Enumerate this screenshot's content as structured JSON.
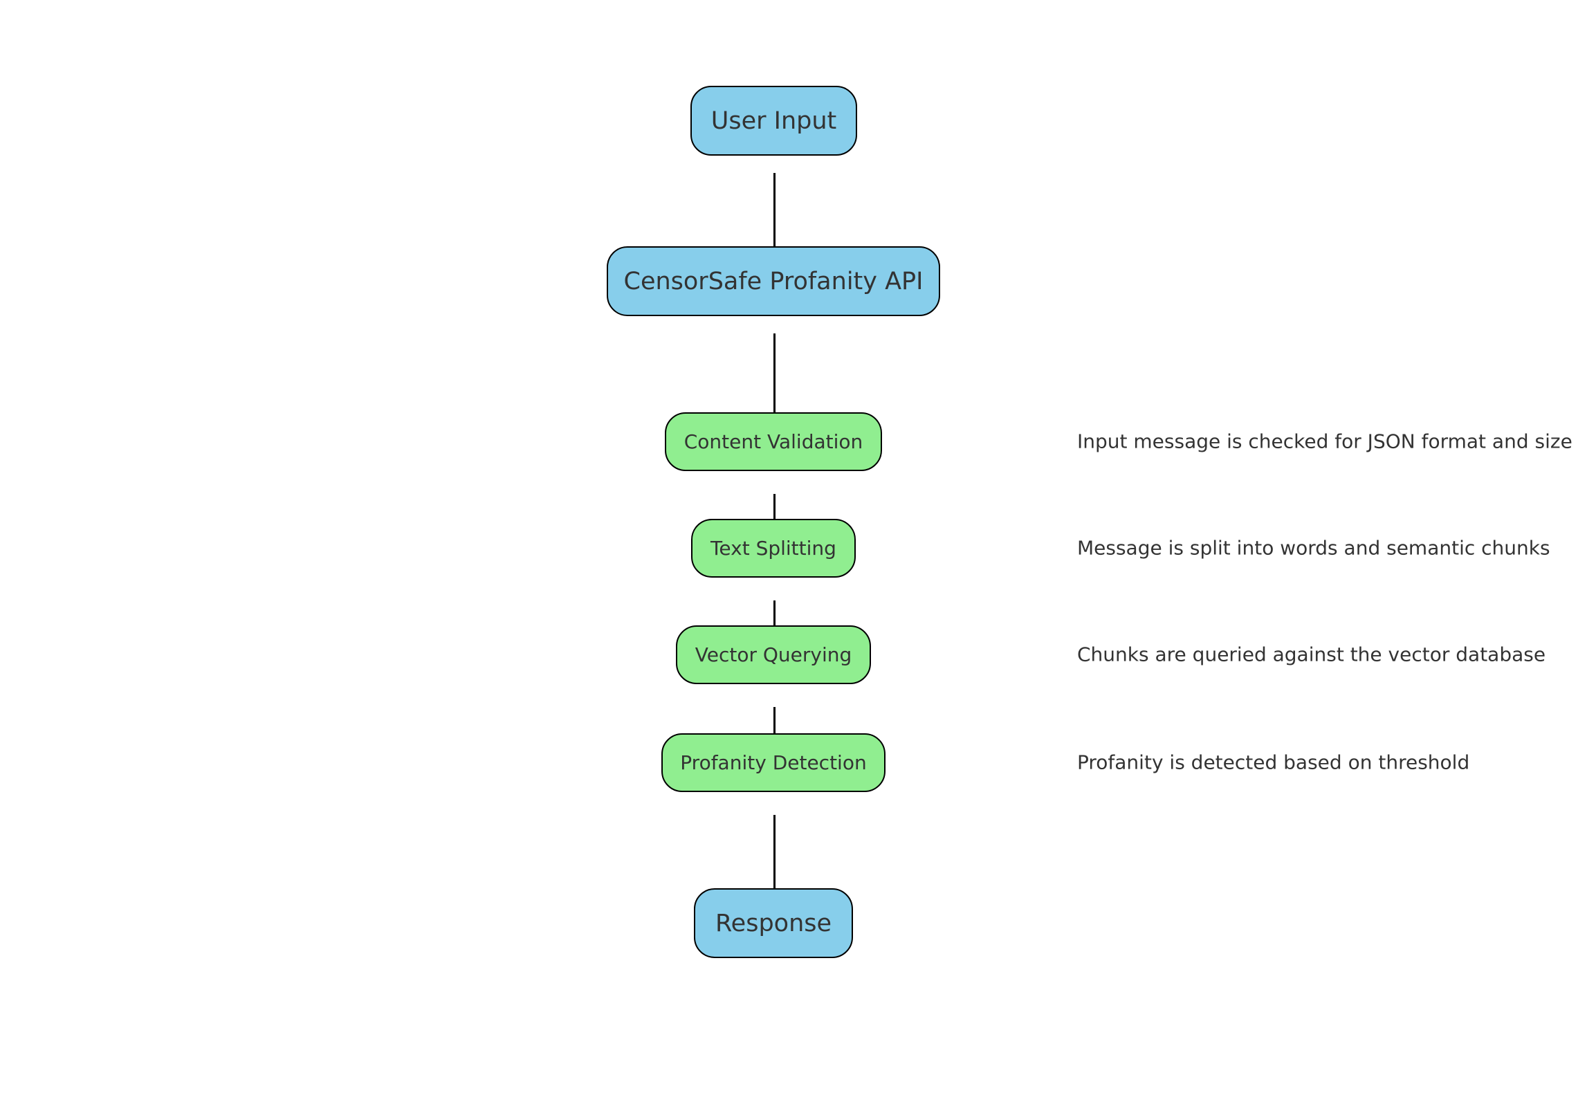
{
  "diagram": {
    "nodes": {
      "user_input": "User Input",
      "api": "CensorSafe Profanity API",
      "content_validation": "Content Validation",
      "text_splitting": "Text Splitting",
      "vector_querying": "Vector Querying",
      "profanity_detection": "Profanity Detection",
      "response": "Response"
    },
    "notes": {
      "content_validation": "Input message is checked for JSON format and size",
      "text_splitting": "Message is split into words and semantic chunks",
      "vector_querying": "Chunks are queried against the vector database",
      "profanity_detection": "Profanity is detected based on threshold"
    },
    "colors": {
      "main_node": "#87ceeb",
      "step_node": "#90ee90",
      "edge": "#000000",
      "text": "#333333"
    }
  }
}
